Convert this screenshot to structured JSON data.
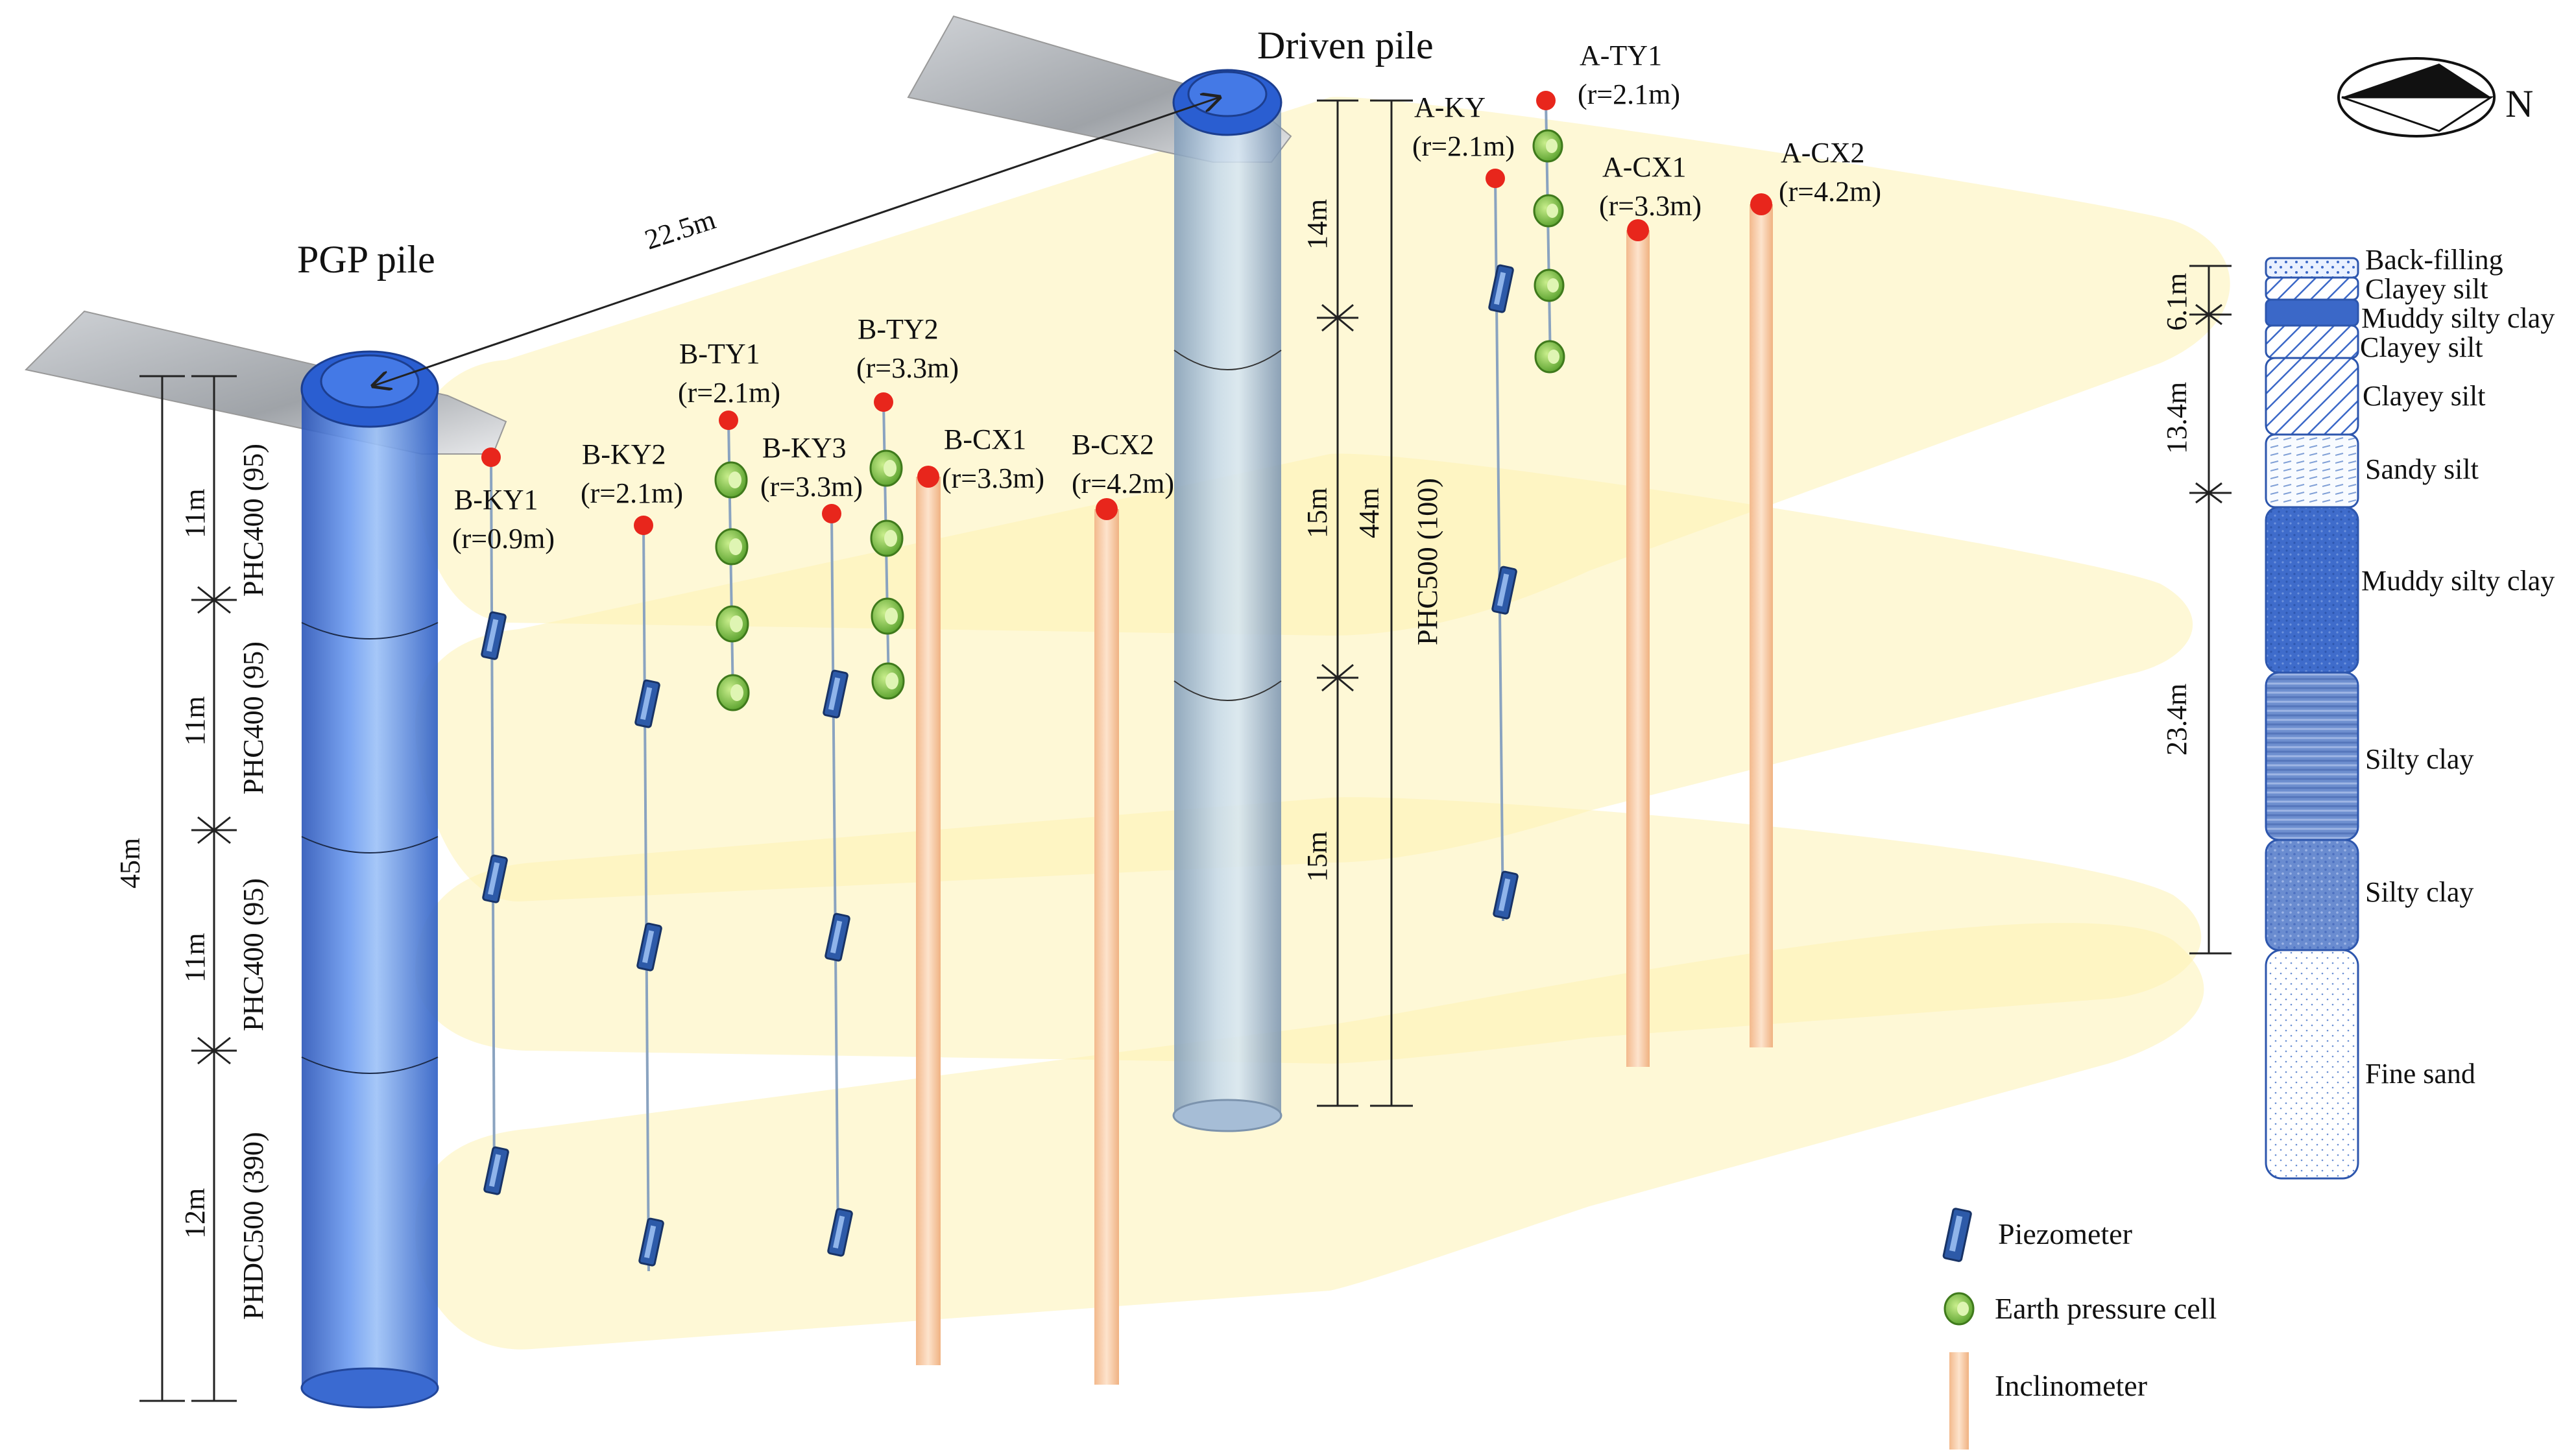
{
  "piles": {
    "pgp_title": "PGP pile",
    "driven_title": "Driven pile",
    "spacing": "22.5m"
  },
  "pgp_dims": {
    "total": "45m",
    "seg1": "11m",
    "seg2": "11m",
    "seg3": "11m",
    "seg4": "12m",
    "type1": "PHC400 (95)",
    "type2": "PHC400 (95)",
    "type3": "PHC400 (95)",
    "type4": "PHDC500 (390)"
  },
  "driven_dims": {
    "total": "44m",
    "seg1": "14m",
    "seg2": "15m",
    "seg3": "15m",
    "type": "PHC500 (100)"
  },
  "instruments": [
    {
      "id": "b-ky1",
      "name": "B-KY1",
      "r": "(r=0.9m)",
      "kind": "piezometer"
    },
    {
      "id": "b-ky2",
      "name": "B-KY2",
      "r": "(r=2.1m)",
      "kind": "piezometer"
    },
    {
      "id": "b-ty1",
      "name": "B-TY1",
      "r": "(r=2.1m)",
      "kind": "earth-pressure-cell"
    },
    {
      "id": "b-ky3",
      "name": "B-KY3",
      "r": "(r=3.3m)",
      "kind": "piezometer"
    },
    {
      "id": "b-ty2",
      "name": "B-TY2",
      "r": "(r=3.3m)",
      "kind": "earth-pressure-cell"
    },
    {
      "id": "b-cx1",
      "name": "B-CX1",
      "r": "(r=3.3m)",
      "kind": "inclinometer"
    },
    {
      "id": "b-cx2",
      "name": "B-CX2",
      "r": "(r=4.2m)",
      "kind": "inclinometer"
    },
    {
      "id": "a-ky",
      "name": "A-KY",
      "r": "(r=2.1m)",
      "kind": "piezometer"
    },
    {
      "id": "a-ty1",
      "name": "A-TY1",
      "r": "(r=2.1m)",
      "kind": "earth-pressure-cell"
    },
    {
      "id": "a-cx1",
      "name": "A-CX1",
      "r": "(r=3.3m)",
      "kind": "inclinometer"
    },
    {
      "id": "a-cx2",
      "name": "A-CX2",
      "r": "(r=4.2m)",
      "kind": "inclinometer"
    }
  ],
  "soil_column": {
    "layers": [
      "Back-filling",
      "Clayey silt",
      "Muddy silty clay",
      "Clayey silt",
      "Clayey silt",
      "Sandy silt",
      "Muddy silty clay",
      "Silty clay",
      "Silty clay",
      "Fine sand"
    ],
    "dims": [
      "6.1m",
      "13.4m",
      "23.4m"
    ]
  },
  "compass": {
    "north": "N"
  },
  "legend": {
    "piezometer": "Piezometer",
    "earth_pressure_cell": "Earth pressure cell",
    "inclinometer": "Inclinometer"
  },
  "colors": {
    "pile_blue": "#3a6fd8",
    "plane_yellow": "#fdf3b5",
    "marker_red": "#e8261c",
    "cell_green": "#7cc242",
    "inclinometer_orange": "#f6c9a0",
    "soil_blue": "#3b68c8"
  }
}
